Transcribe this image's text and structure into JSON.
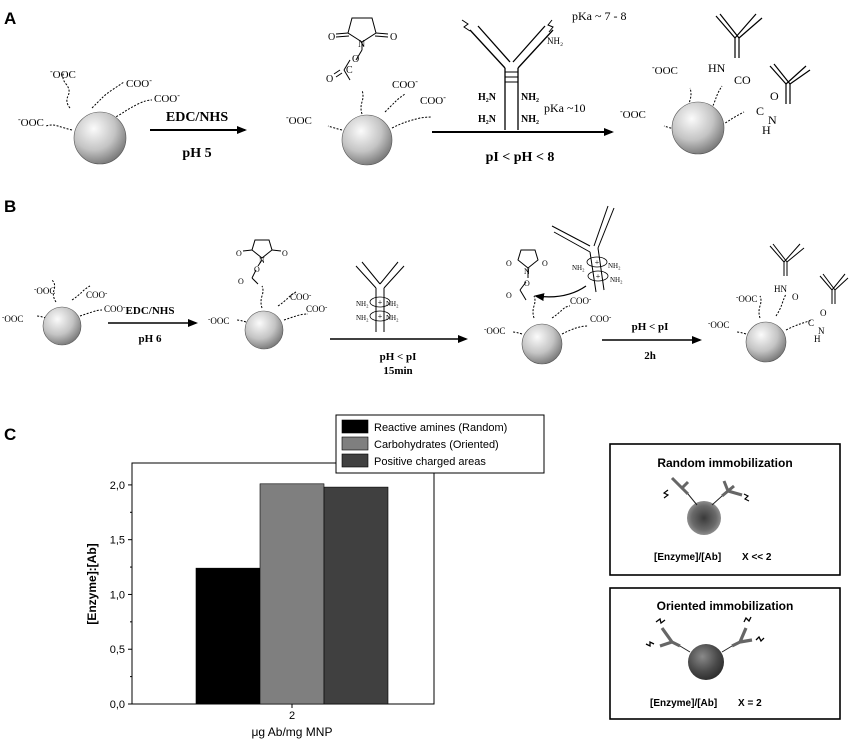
{
  "panel_labels": {
    "a": "A",
    "b": "B",
    "c": "C"
  },
  "panel_a": {
    "coo": "COO",
    "coo_minus": "COO",
    "ooc_minus": "OOC",
    "minus": "-",
    "step1_reagent": "EDC/NHS",
    "step1_condition": "pH 5",
    "step2_condition": "pI < pH < 8",
    "pka_top": "pKa ~ 7 - 8",
    "pka_bottom": "pKa ~10",
    "h2n": "H₂N",
    "nh2": "NH₂",
    "hn": "HN",
    "co": "CO",
    "o": "O",
    "c": "C",
    "n": "N",
    "h": "H"
  },
  "panel_b": {
    "step1_reagent": "EDC/NHS",
    "step1_condition": "pH 6",
    "step2_condition": "pH < pI",
    "step2_time": "15min",
    "step3_condition": "pH < pI",
    "step3_time": "2h",
    "nh2": "NH₂",
    "plus": "+"
  },
  "chart_data": {
    "type": "bar",
    "categories": [
      "2"
    ],
    "series": [
      {
        "name": "Reactive amines (Random)",
        "values": [
          1.24
        ],
        "color": "#000000"
      },
      {
        "name": "Carbohydrates (Oriented)",
        "values": [
          2.01
        ],
        "color": "#7f7f7f"
      },
      {
        "name": "Positive charged areas",
        "values": [
          1.98
        ],
        "color": "#404040"
      }
    ],
    "xlabel": "μg Ab/mg MNP",
    "ylabel": "[Enzyme]:[Ab]",
    "ylim": [
      0,
      2.2
    ],
    "yticks": [
      0.0,
      0.5,
      1.0,
      1.5,
      2.0
    ],
    "ytick_labels": [
      "0,0",
      "0,5",
      "1,0",
      "1,5",
      "2,0"
    ],
    "legend_position": "top-right",
    "grid": false
  },
  "insets": {
    "random": {
      "title": "Random immobilization",
      "ratio_label": "[Enzyme]/[Ab]",
      "ratio_value": "X << 2"
    },
    "oriented": {
      "title": "Oriented immobilization",
      "ratio_label": "[Enzyme]/[Ab]",
      "ratio_value": "X = 2"
    }
  },
  "colors": {
    "bead_light": "#f0f0f0",
    "bead_dark": "#7a7a7a",
    "ink": "#000000"
  }
}
